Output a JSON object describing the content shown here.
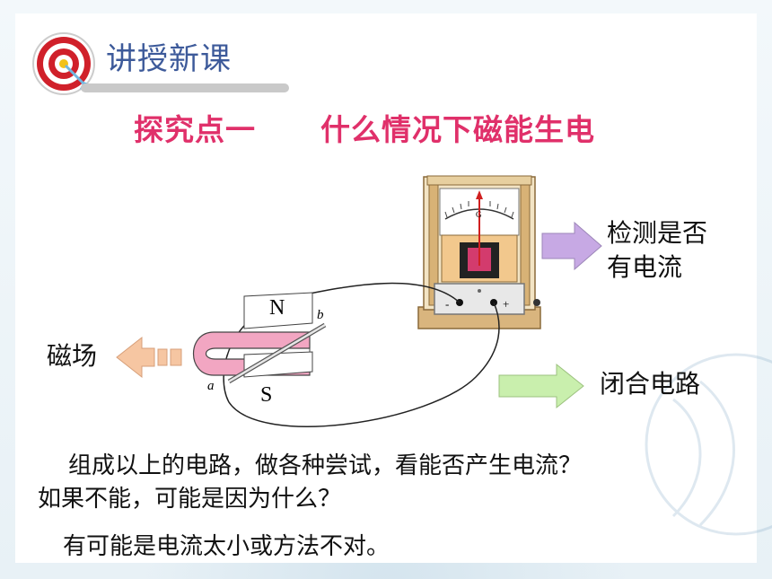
{
  "header": {
    "title": "讲授新课"
  },
  "section": {
    "heading_left": "探究点一",
    "heading_right": "什么情况下磁能生电"
  },
  "labels": {
    "detect_line1": "检测是否",
    "detect_line2": "有电流",
    "magnetic_field": "磁场",
    "closed_circuit": "闭合电路"
  },
  "diagram": {
    "pole_north": "N",
    "pole_south": "S",
    "wire_end_a": "a",
    "wire_end_b": "b",
    "terminal_minus": "-",
    "terminal_plus": "+",
    "gauge_letter": "G"
  },
  "text": {
    "question_line1": "组成以上的电路，做各种尝试，看能否产生电流？",
    "question_line2": "如果不能，可能是因为什么？",
    "answer": "有可能是电流太小或方法不对。"
  },
  "colors": {
    "heading": "#e0306a",
    "title": "#3d5a9a",
    "arrow_purple": "#c7a9e4",
    "arrow_orange": "#f6c6a2",
    "arrow_green": "#c9efad"
  }
}
